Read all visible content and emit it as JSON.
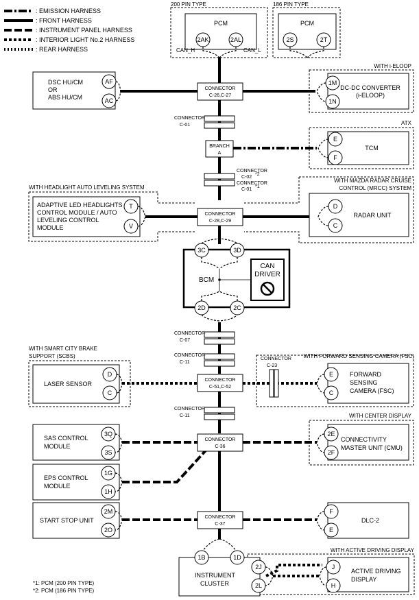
{
  "legend": {
    "emission": ": EMISSION HARNESS",
    "front": ": FRONT HARNESS",
    "instrument": ": INSTRUMENT PANEL HARNESS",
    "interior": ": INTERIOR LIGHT No.2 HARNESS",
    "rear": ": REAR HARNESS"
  },
  "pcm200": {
    "type": "200 PIN TYPE",
    "name": "PCM",
    "pin_h": "2AK",
    "pin_l": "2AL",
    "can_h": "CAN_H",
    "can_l": "CAN_L"
  },
  "pcm186": {
    "type": "186 PIN TYPE",
    "name": "PCM",
    "pin_a": "2S",
    "pin_b": "2T"
  },
  "dsc": {
    "line1": "DSC HU/CM",
    "line2": "OR",
    "line3": "ABS HU/CM",
    "pin_a": "AF",
    "pin_b": "AC"
  },
  "conn2627": {
    "line1": "CONNECTOR",
    "line2": "C-26,C-27"
  },
  "dcdc": {
    "option": "WITH i-ELOOP",
    "line1": "DC-DC CONVERTER",
    "line2": "(i-ELOOP)",
    "pin_a": "1M",
    "pin_b": "1N"
  },
  "conn01": {
    "line1": "CONNECTOR",
    "line2": "C-01"
  },
  "tcm": {
    "option": "ATX",
    "name": "TCM",
    "pin_a": "E",
    "pin_b": "F"
  },
  "branch": {
    "line1": "BRANCH",
    "line2": "A"
  },
  "conn02": {
    "line1": "CONNECTOR",
    "line2": "C-02",
    "sup2": "*2",
    "line3": "CONNECTOR",
    "line4": "C-01",
    "sup1": "*1"
  },
  "headlight": {
    "option": "WITH HEADLIGHT AUTO LEVELING SYSTEM",
    "line1": "ADAPTIVE LED HEADLIGHTS",
    "line2": "CONTROL MODULE / AUTO",
    "line3": "LEVELING CONTROL",
    "line4": "MODULE",
    "pin_a": "T",
    "pin_b": "V"
  },
  "conn2829": {
    "line1": "CONNECTOR",
    "line2": "C-28,C-29"
  },
  "radar": {
    "option1": "WITH MAZDA RADAR CRUISE",
    "option2": "CONTROL (MRCC) SYSTEM",
    "name": "RADAR UNIT",
    "pin_a": "D",
    "pin_b": "C"
  },
  "bcm": {
    "name": "BCM",
    "pin_tl": "3C",
    "pin_tr": "3D",
    "pin_bl": "2D",
    "pin_br": "2C",
    "driver1": "CAN",
    "driver2": "DRIVER"
  },
  "conn07": {
    "line1": "CONNECTOR",
    "line2": "C-07"
  },
  "conn11a": {
    "line1": "CONNECTOR",
    "line2": "C-11"
  },
  "laser": {
    "option1": "WITH SMART CITY BRAKE",
    "option2": "SUPPORT (SCBS)",
    "name": "LASER SENSOR",
    "pin_a": "D",
    "pin_b": "C"
  },
  "conn5152": {
    "line1": "CONNECTOR",
    "line2": "C-51,C-52"
  },
  "conn23": {
    "line1": "CONNECTOR",
    "line2": "C-23"
  },
  "fsc": {
    "option": "WITH FORWARD SENSING CAMERA (FSC)",
    "line1": "FORWARD",
    "line2": "SENSING",
    "line3": "CAMERA (FSC)",
    "pin_a": "E",
    "pin_b": "C"
  },
  "conn11b": {
    "line1": "CONNECTOR",
    "line2": "C-11"
  },
  "sas": {
    "line1": "SAS CONTROL",
    "line2": "MODULE",
    "pin_a": "3Q",
    "pin_b": "3S"
  },
  "conn36": {
    "line1": "CONNECTOR",
    "line2": "C-36"
  },
  "cmu": {
    "option": "WITH CENTER DISPLAY",
    "line1": "CONNECTIVITY",
    "line2": "MASTER UNIT (CMU)",
    "pin_a": "2E",
    "pin_b": "2F"
  },
  "eps": {
    "line1": "EPS CONTROL",
    "line2": "MODULE",
    "pin_a": "1G",
    "pin_b": "1H"
  },
  "startstop": {
    "name": "START STOP UNIT",
    "pin_a": "2M",
    "pin_b": "2O"
  },
  "conn37": {
    "line1": "CONNECTOR",
    "line2": "C-37"
  },
  "dlc": {
    "name": "DLC-2",
    "pin_a": "F",
    "pin_b": "E"
  },
  "cluster": {
    "option": "WITH ACTIVE DRIVING DISPLAY",
    "line1": "INSTRUMENT",
    "line2": "CLUSTER",
    "pin_a": "1B",
    "pin_b": "1D",
    "pin_c": "2J",
    "pin_d": "2L"
  },
  "add": {
    "line1": "ACTIVE DRIVING",
    "line2": "DISPLAY",
    "pin_a": "J",
    "pin_b": "H"
  },
  "notes": {
    "note1": "*1: PCM (200 PIN TYPE)",
    "note2": "*2: PCM (186 PIN TYPE)"
  }
}
